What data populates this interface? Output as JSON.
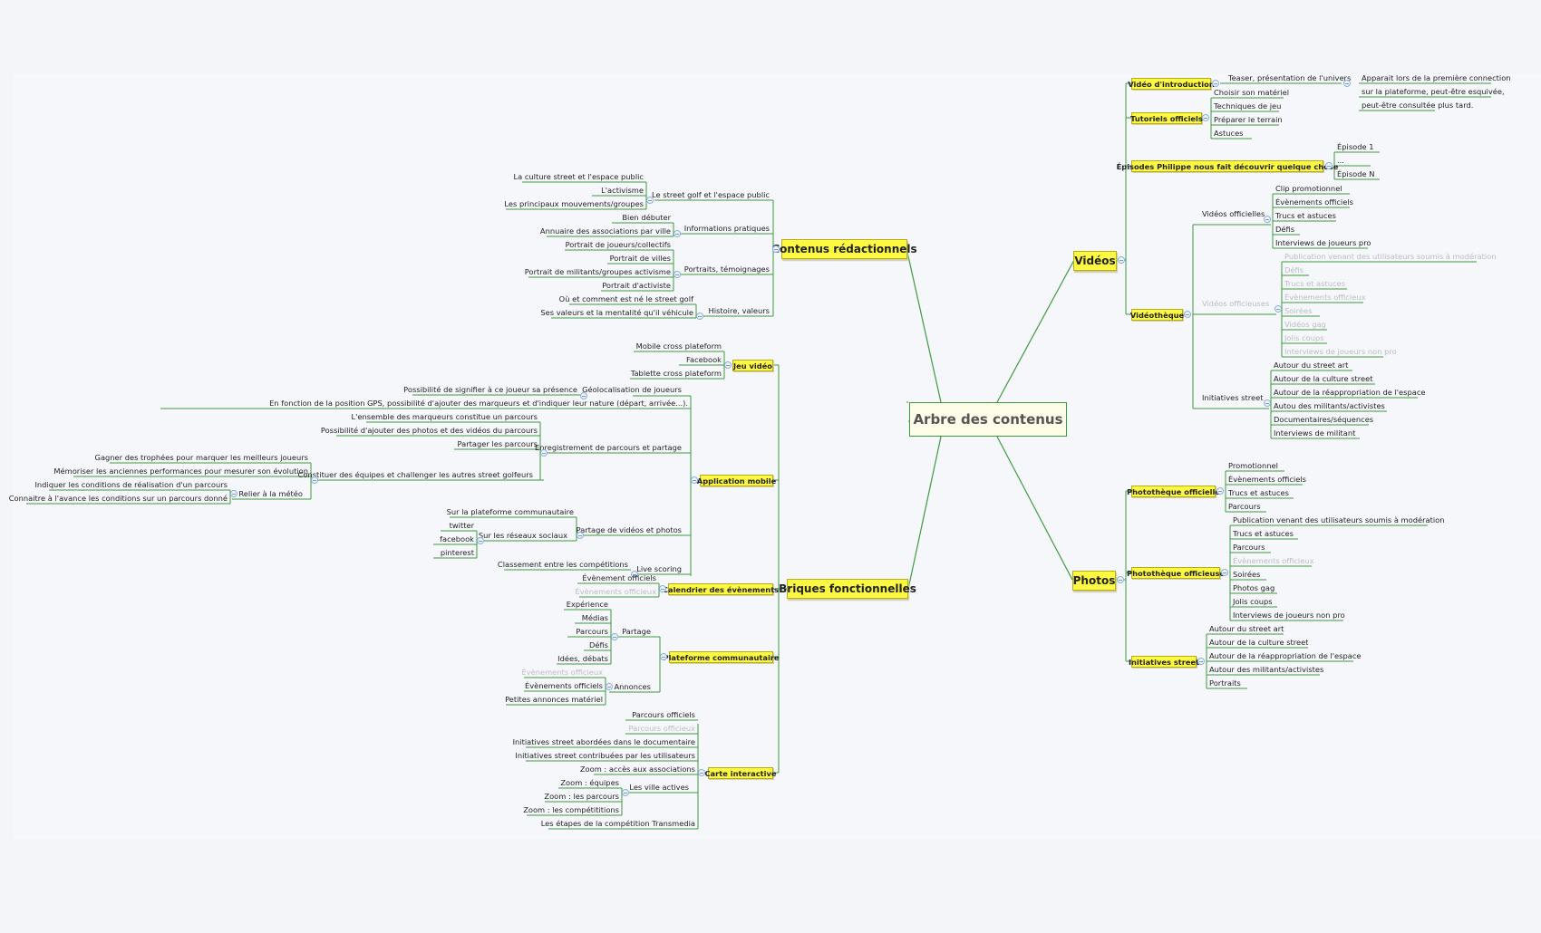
{
  "root": "Arbre des contenus",
  "colors": {
    "line": "#3f9a3f",
    "box": "#fdf842",
    "ghost": "#b9bec4"
  },
  "branches": {
    "contenus": {
      "label": "Contenus rédactionnels",
      "groups": [
        {
          "label": "Le street golf et l'espace public",
          "items": [
            "La culture street et l'espace public",
            "L'activisme",
            "Les principaux mouvements/groupes"
          ]
        },
        {
          "label": "Informations pratiques",
          "items": [
            "Bien débuter",
            "Annuaire des associations par ville"
          ]
        },
        {
          "label": "Portraits, témoignages",
          "items": [
            "Portrait de joueurs/collectifs",
            "Portrait de villes",
            "Portrait de militants/groupes activisme",
            "Portrait d'activiste"
          ]
        },
        {
          "label": "Histoire, valeurs",
          "items": [
            "Où et comment est né le street golf",
            "Ses valeurs et la mentalité qu'il véhicule"
          ]
        }
      ]
    },
    "briques": {
      "label": "Briques fonctionnelles",
      "jeu": {
        "label": "Jeu vidéo",
        "items": [
          "Mobile cross plateform",
          "Facebook",
          "Tablette cross plateform"
        ]
      },
      "appli": {
        "label": "Application mobile",
        "geo": {
          "label": "Géolocalisation de joueurs",
          "items": [
            "Possibilité de signifier à ce joueur sa présence"
          ]
        },
        "gps": "En fonction de la position GPS, possibilité d'ajouter des marqueurs et d'indiquer leur nature (départ, arrivée...).",
        "enreg": {
          "label": "Enregistrement de parcours et partage",
          "items": [
            "L'ensemble des marqueurs constitue un parcours",
            "Possibilité d'ajouter des photos et des vidéos du parcours",
            "Partager les parcours"
          ]
        },
        "equipes": {
          "label": "Constituer des équipes et challenger les autres street golfeurs",
          "items": [
            "Gagner des trophées pour marquer les meilleurs joueurs",
            "Mémoriser les anciennes performances pour mesurer son évolution"
          ]
        },
        "meteo": {
          "label": "Relier à la météo",
          "items": [
            "Indiquer les conditions de réalisation d'un parcours",
            "Connaitre à l'avance les conditions sur un parcours donné"
          ]
        },
        "partage": {
          "label": "Partage de vidéos et photos",
          "items": [
            "Sur la plateforme communautaire"
          ]
        },
        "reseaux": {
          "label": "Sur les réseaux sociaux",
          "items": [
            "twitter",
            "facebook",
            "pinterest"
          ]
        },
        "live": {
          "label": "Live scoring",
          "items": [
            "Classement entre les compétitions"
          ]
        }
      },
      "calendrier": {
        "label": "Calendrier des évènements",
        "items": [
          "Évènement officiels",
          "Évènements officieux"
        ]
      },
      "plateforme": {
        "label": "Plateforme communautaire",
        "partage": {
          "label": "Partage",
          "items": [
            "Expérience",
            "Médias",
            "Parcours",
            "Défis",
            "Idées, débats"
          ]
        },
        "annonces": {
          "label": "Annonces",
          "items": [
            "Évènements officieux",
            "Évènements officiels",
            "Petites annonces matériel"
          ]
        }
      },
      "carte": {
        "label": "Carte interactive",
        "items": [
          "Parcours officiels",
          "Parcours officieux",
          "Initiatives street abordées dans le documentaire",
          "Initiatives street contribuées par les utilisateurs",
          "Zoom : accès aux associations",
          "Les étapes de la compétition Transmedia"
        ],
        "villes": {
          "label": "Les ville actives",
          "items": [
            "Zoom : équipes",
            "Zoom : les parcours",
            "Zoom : les compétititions"
          ]
        }
      }
    },
    "videos": {
      "label": "Vidéos",
      "intro": {
        "label": "Vidéo d'introduction",
        "teaser": "Teaser, présentation de l'univers",
        "notes": [
          "Apparait lors de la première connection",
          "sur la plateforme, peut-être esquivée,",
          "peut-être consultée plus tard."
        ]
      },
      "tuto": {
        "label": "Tutoriels officiels",
        "items": [
          "Choisir son matériel",
          "Techniques de jeu",
          "Préparer le terrain",
          "Astuces"
        ]
      },
      "episodes": {
        "label": "Épisodes Philippe nous fait découvrir quelque chose",
        "items": [
          "Épisode 1",
          "...",
          "Épisode N"
        ]
      },
      "videotheque": {
        "label": "Vidéothèque",
        "officielles": {
          "label": "Vidéos officielles",
          "items": [
            "Clip promotionnel",
            "Évènements officiels",
            "Trucs et astuces",
            "Défis",
            "Interviews de joueurs pro"
          ]
        },
        "officieuses": {
          "label": "Vidéos officieuses",
          "items": [
            "Publication venant des utilisateurs soumis à modération",
            "Défis",
            "Trucs et astuces",
            "Évènements officieux",
            "Soirées",
            "Vidéos gag",
            "Jolis coups",
            "Interviews de joueurs non pro"
          ]
        },
        "initiatives": {
          "label": "Initiatives street",
          "items": [
            "Autour du street art",
            "Autour de la culture street",
            "Autour de la réappropriation de l'espace",
            "Autou des militants/activistes",
            "Documentaires/séquences",
            "Interviews de militant"
          ]
        }
      }
    },
    "photos": {
      "label": "Photos",
      "officielle": {
        "label": "Photothèque officielle",
        "items": [
          "Promotionnel",
          "Évènements officiels",
          "Trucs et astuces",
          "Parcours"
        ]
      },
      "officieuse": {
        "label": "Photothèque officieuse",
        "items": [
          "Publication venant des utilisateurs soumis à modération",
          "Trucs et astuces",
          "Parcours",
          "Évènements officieux",
          "Soirées",
          "Photos gag",
          "Jolis coups",
          "Interviews de joueurs non pro"
        ]
      },
      "initiatives": {
        "label": "Initiatives street",
        "items": [
          "Autour du street art",
          "Autour de la culture street",
          "Autour de la réappropriation de l'espace",
          "Autour des militants/activistes",
          "Portraits"
        ]
      }
    }
  }
}
